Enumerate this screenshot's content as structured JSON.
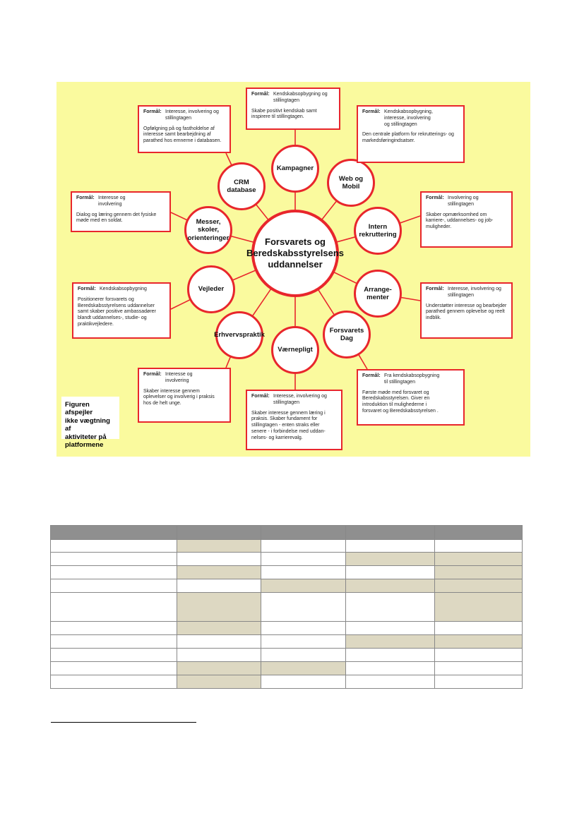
{
  "diagram": {
    "center": "Forsvarets og\nBeredskabsstyrelsens\nuddannelser",
    "colors": {
      "background": "#fafa9e",
      "border": "#e8262c"
    },
    "purpose_label": "Formål:",
    "channels": [
      {
        "id": "kampagner",
        "label": "Kampagner",
        "purpose": "Kendskabsopbygning og\nstillingtagen",
        "description": "Skabe positivt kendskab samt\ninspirere til stillingtagen."
      },
      {
        "id": "web",
        "label": "Web og\nMobil",
        "purpose": "Kendskabsopbygning,\ninteresse, involvering\nog stillingtagen",
        "description": "Den centrale platform for rekrutterings- og\nmarkedsføringindsatser."
      },
      {
        "id": "intern",
        "label": "Intern\nrekruttering",
        "purpose": "Involvering og\nstillingtagen",
        "description": "Skaber opmærksomhed om\nkarriere-, uddannelses- og job-\nmuligheder."
      },
      {
        "id": "arrangementer",
        "label": "Arrange-\nmenter",
        "purpose": "Interesse, involvering og\nstillingtagen",
        "description": "Understøtter interesse og bearbejder\nparathed gennem oplevelse og reelt\nindblik."
      },
      {
        "id": "forsvaretsdag",
        "label": "Forsvarets Dag",
        "purpose": "Fra kendskabsopbygning\ntil stillingtagen",
        "description": "Første møde med forsvaret og\nBeredskabsstyrelsen. Giver en\nintroduktion til mulighederne i\nforsvaret og Beredskabsstyrelsen ."
      },
      {
        "id": "vaernepligt",
        "label": "Værnepligt",
        "purpose": "Interesse, involvering og\nstillingtagen",
        "description": "Skaber interesse gennem læring i\npraksis. Skaber fundament for\nstillingtagen - enten straks eller\nsenere - i forbindelse med uddan-\nnelses- og karrierevalg."
      },
      {
        "id": "erhvervspraktik",
        "label": "Erhvervspraktik",
        "purpose": "Interesse og\ninvolvering",
        "description": "Skaber interesse gennem\noplevelser og involverig i praksis\nhos de helt unge."
      },
      {
        "id": "vejleder",
        "label": "Vejleder",
        "purpose": "Kendskabsopbygning",
        "description": "Positionerer forsvarets  og\nBeredskabsstyrelsens uddannelser\nsamt skaber positive ambassadører\nblandt uddannelses-, studie- og\npraktikvejledere."
      },
      {
        "id": "messer",
        "label": "Messer, skoler,\norienteringer",
        "purpose": "Interesse og\ninvolvering",
        "description": "Dialog og læring gennem det fysiske\nmøde med en soldat."
      },
      {
        "id": "crm",
        "label": "CRM\ndatabase",
        "purpose": "Interesse, involvering og\nstillingtagen",
        "description": "Opfølgning på og fastholdelse af\ninteresse samt bearbejdning af\nparathed hos emnerne i databasen."
      }
    ],
    "note": "Figuren afspejler\nikke vægtning af\naktiviteter på\nplatformene"
  },
  "table": {
    "colors": {
      "header": "#8f8f8f",
      "shaded": "#ddd8c2"
    },
    "columns": 5,
    "rows": [
      {
        "shaded": [
          true,
          false,
          false,
          false
        ]
      },
      {
        "shaded": [
          false,
          false,
          true,
          true
        ]
      },
      {
        "shaded": [
          true,
          false,
          false,
          true
        ]
      },
      {
        "shaded": [
          false,
          true,
          true,
          true
        ]
      },
      {
        "shaded": [
          true,
          false,
          false,
          true
        ]
      },
      {
        "shaded": [
          true,
          false,
          false,
          false
        ]
      },
      {
        "shaded": [
          false,
          false,
          true,
          true
        ]
      },
      {
        "shaded": [
          false,
          false,
          false,
          false
        ]
      },
      {
        "shaded": [
          true,
          true,
          false,
          false
        ]
      },
      {
        "shaded": [
          true,
          false,
          false,
          false
        ]
      }
    ]
  }
}
